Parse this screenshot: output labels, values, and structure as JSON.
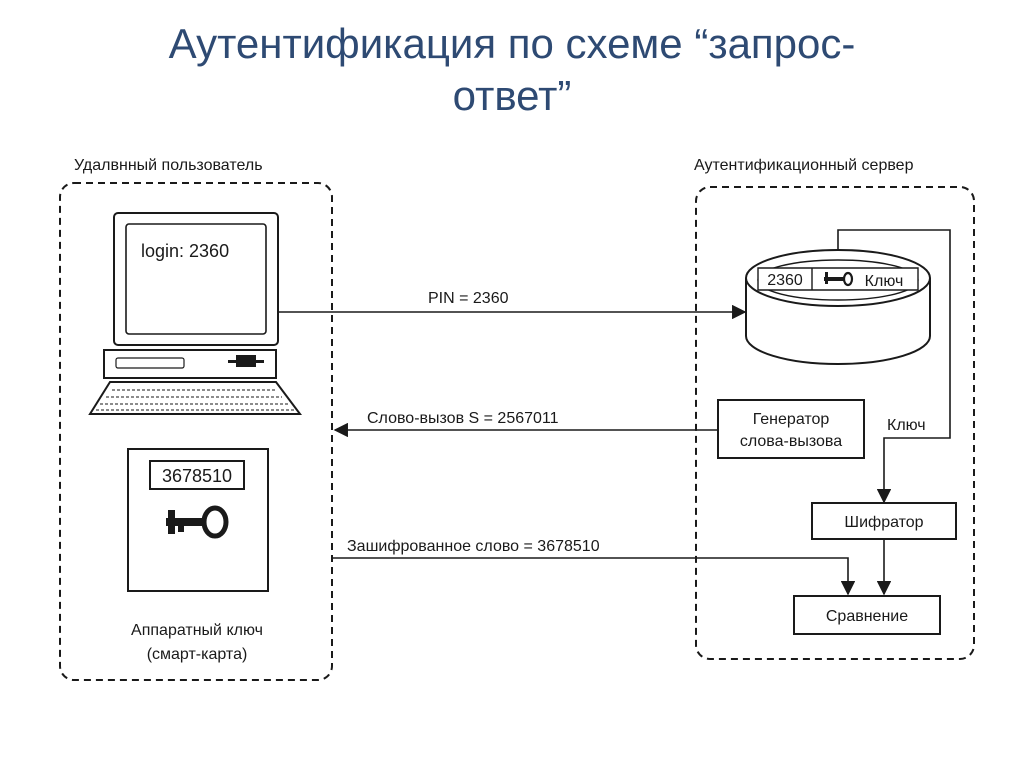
{
  "title_line1": "Аутентификация по схеме “запрос-",
  "title_line2": "ответ”",
  "remote_user_label": "Удалвнный пользователь",
  "server_label": "Аутентификационный сервер",
  "screen_text": "login: 2360",
  "pin_label": "PIN = 2360",
  "challenge_label": "Слово-вызов S = 2567011",
  "encrypted_label": "Зашифрованное слово = 3678510",
  "smartcard_display": "3678510",
  "smartcard_caption_line1": "Аппаратный ключ",
  "smartcard_caption_line2": "(смарт-карта)",
  "db_entry_number": "2360",
  "db_entry_key": "Ключ",
  "generator_line1": "Генератор",
  "generator_line2": "слова-вызова",
  "key_label": "Ключ",
  "encryptor_label": "Шифратор",
  "comparison_label": "Сравнение"
}
